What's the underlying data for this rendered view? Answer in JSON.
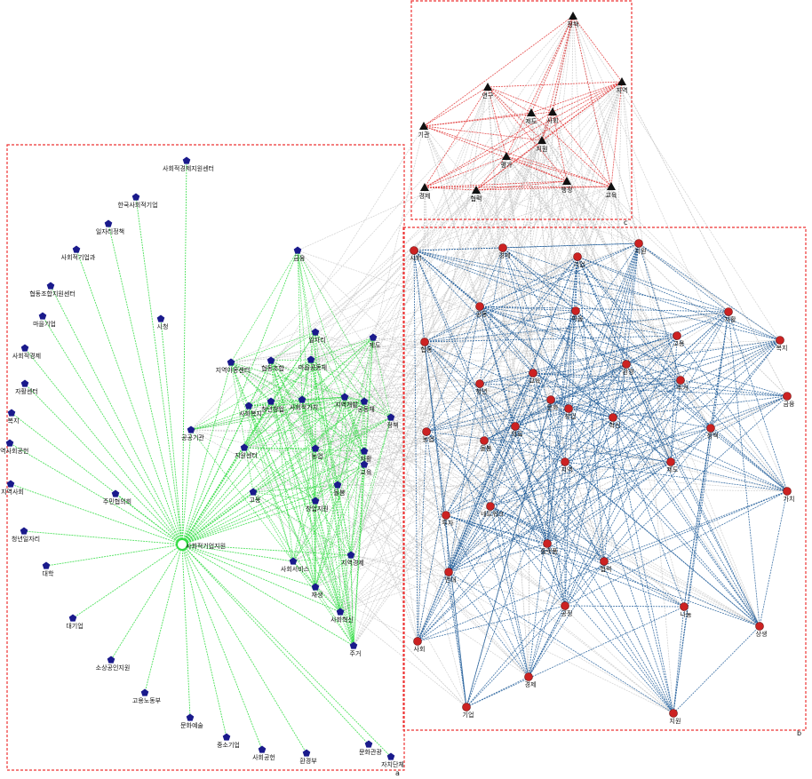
{
  "colors": {
    "background": "#ffffff",
    "box_border": "#ee3333",
    "green_edge": "#33dd44",
    "blue_edge": "#1f5c99",
    "red_edge": "#e03030",
    "gray_edge": "#c8c8c8",
    "pentagon_node": "#1a1a8c",
    "circle_node": "#cc2222",
    "triangle_node": "#111111"
  },
  "boxes": [
    {
      "id": "left",
      "label": "a"
    },
    {
      "id": "top",
      "label": "c"
    },
    {
      "id": "right",
      "label": "b"
    }
  ],
  "node_shapes": {
    "left": "pentagon",
    "top": "triangle",
    "right": "circle"
  },
  "hub_label": "사회적기업지원",
  "cluster_a": {
    "hub": "h",
    "radial_labels": [
      "사회적경제지원센터",
      "한국사회적기업",
      "일자리정책",
      "사회적기업과",
      "협동조합지원센터",
      "마을기업",
      "사회적경제",
      "자활센터",
      "복지",
      "지역사회공헌",
      "지역사회",
      "청년일자리",
      "대학",
      "대기업",
      "소상공인지원",
      "고용노동부",
      "문화예술",
      "중소기업",
      "사회공헌",
      "환경부",
      "문화관광",
      "자치단체",
      "시청",
      "주민협의회"
    ],
    "inner_labels": [
      "지역아동센터",
      "협동조합",
      "마을공동체",
      "사회복지",
      "청년창업",
      "사회적가치",
      "지역개발",
      "공동체",
      "공공기관",
      "지원센터",
      "농업",
      "자활",
      "돌봄",
      "교육",
      "고용",
      "창업지원",
      "사회서비스",
      "지역경제",
      "재생",
      "사회혁신",
      "주거",
      "금융",
      "일자리",
      "제도",
      "정책"
    ]
  },
  "cluster_c": {
    "labels": [
      "정책",
      "연구",
      "지역",
      "기관",
      "제도",
      "사회",
      "지원",
      "평가",
      "경제",
      "협력",
      "행정",
      "교육"
    ]
  },
  "cluster_b": {
    "labels": [
      "사회",
      "경제",
      "기업",
      "지원",
      "협동",
      "공동",
      "마을",
      "자활",
      "고용",
      "복지",
      "청년",
      "교육",
      "문화",
      "환경",
      "주거",
      "금융",
      "농업",
      "돌봄",
      "의료",
      "창업",
      "혁신",
      "정책",
      "제도",
      "지역",
      "가치",
      "투자",
      "네트워크",
      "플랫폼",
      "협력",
      "연대",
      "공정",
      "나눔",
      "상생"
    ]
  }
}
